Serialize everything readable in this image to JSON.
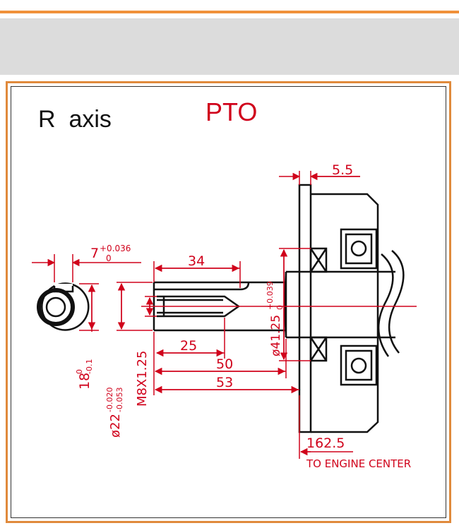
{
  "colors": {
    "accent_orange": "#f0913a",
    "frame_orange": "#e08a3c",
    "dimension_red": "#d0021b",
    "title_red": "#d0021b",
    "outline": "#111111"
  },
  "header": {
    "axis_label": "R  axis",
    "title": "PTO"
  },
  "dimensions": {
    "flange_thickness": "5.5",
    "keyway_width_nominal": "7",
    "keyway_width_tol_upper": "+0.036",
    "keyway_width_tol_lower": "0",
    "key_length": "34",
    "thread_depth": "25",
    "shaft_length_a": "50",
    "shaft_length_b": "53",
    "key_height_nominal": "18",
    "key_height_tol_upper": "0",
    "key_height_tol_lower": "-0.1",
    "shaft_diameter": "ø22",
    "shaft_diameter_tol_upper": "-0.020",
    "shaft_diameter_tol_lower": "-0.053",
    "thread_spec": "M8X1.25",
    "boss_diameter": "ø41.25",
    "boss_diameter_tol_upper": "+0.039",
    "boss_diameter_tol_lower": "0",
    "engine_center_distance": "162.5",
    "engine_center_label": "TO ENGINE CENTER"
  }
}
